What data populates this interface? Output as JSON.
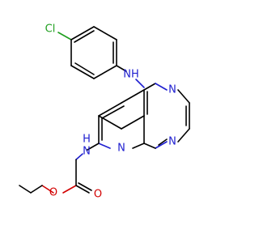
{
  "molecule": {
    "atoms": {
      "cl": {
        "text": "Cl",
        "color": "#1f9f1f"
      },
      "nh_top": {
        "text": "NH",
        "color": "#1f1fd0"
      },
      "n_ring_top": {
        "text": "N",
        "color": "#1f1fd0"
      },
      "n_ring_bottom": {
        "text": "N",
        "color": "#1f1fd0"
      },
      "n_pyridine": {
        "text": "N",
        "color": "#1f1fd0"
      },
      "nh_carbamate": {
        "text": "H",
        "color": "#1f1fd0"
      },
      "nh_carbamate_n": {
        "text": "N",
        "color": "#1f1fd0"
      },
      "o_ester": {
        "text": "O",
        "color": "#d20000"
      },
      "o_carbonyl": {
        "text": "O",
        "color": "#d20000"
      }
    }
  }
}
